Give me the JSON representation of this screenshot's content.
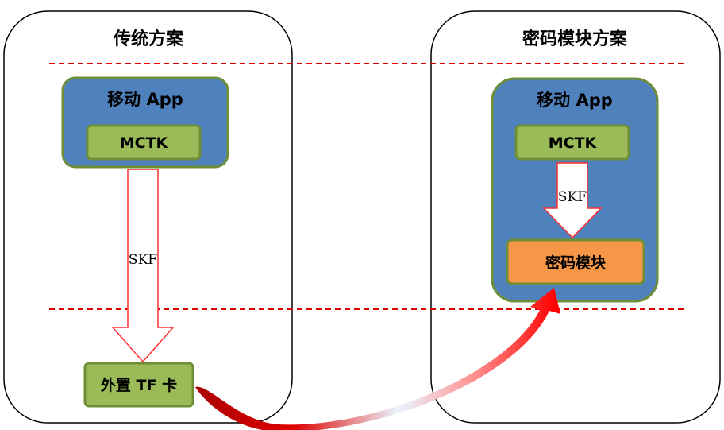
{
  "left_panel": {
    "title": "传统方案",
    "app_box": {
      "title": "移动 App",
      "inner_label": "MCTK"
    },
    "arrow_label": "SKF",
    "external_box": {
      "label": "外置 TF 卡"
    }
  },
  "right_panel": {
    "title": "密码模块方案",
    "app_box": {
      "title": "移动 App",
      "inner_label": "MCTK"
    },
    "arrow_label": "SKF",
    "module_box": {
      "label": "密码模块"
    }
  },
  "colors": {
    "app_blue": "#4f81bd",
    "inner_green": "#9bbb59",
    "border_green": "#6f8f37",
    "module_orange": "#f79646",
    "dashed_red": "#e00000",
    "arrow_red": "#ff0000"
  }
}
